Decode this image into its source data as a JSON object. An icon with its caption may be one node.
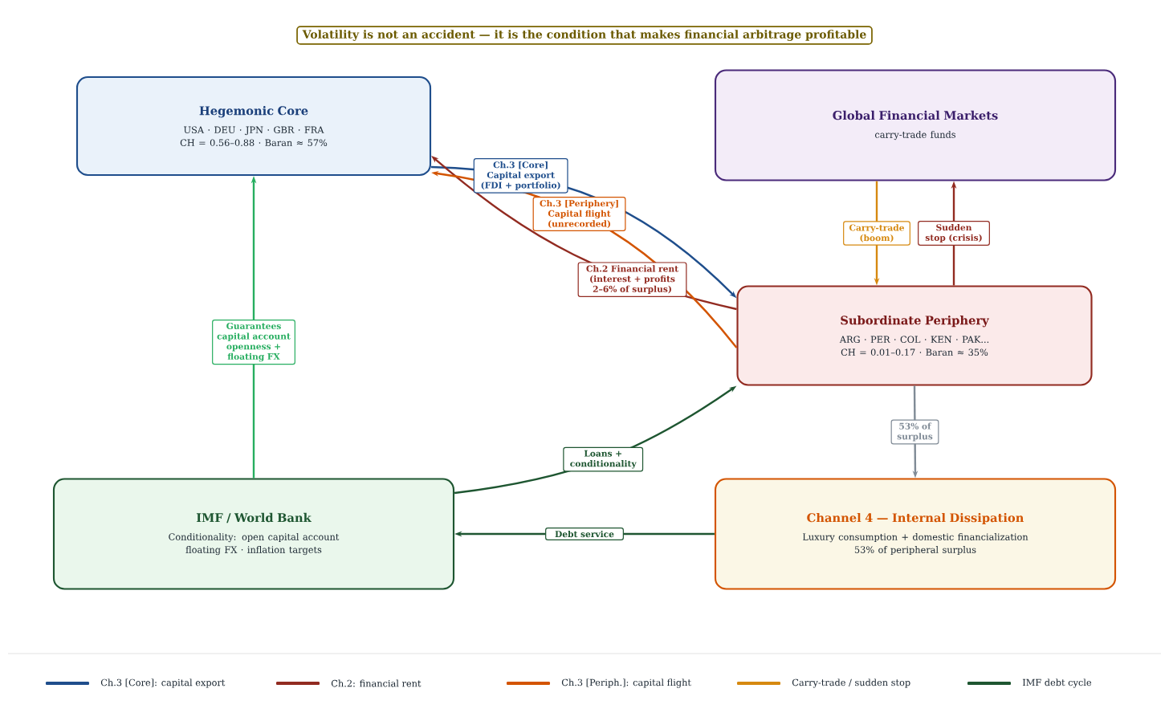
{
  "diagram": {
    "title": "Volatility is not an accident — it is the condition that makes financial arbitrage profitable",
    "nodes": [
      {
        "text": [
          "Hegemonic Core",
          "USA · DEU · JPN · GBR · FRA",
          "CH = 0.56–0.88  ·  Baran ≈ 57%"
        ]
      },
      {
        "text": [
          "Global Financial Markets",
          "carry-trade funds"
        ]
      },
      {
        "text": [
          "Subordinate Periphery",
          "ARG · PER · COL · KEN · PAK...",
          "CH = 0.01–0.17  ·  Baran ≈ 35%"
        ]
      },
      {
        "text": [
          "IMF  /  World Bank",
          "Conditionality: open capital account floating FX  ·  inflation targets"
        ]
      },
      {
        "text": [
          "Channel 4 — Internal Dissipation",
          "Luxury consumption + domestic financialization",
          "53% of peripheral surplus"
        ]
      }
    ],
    "edges": [
      {
        "from": 0,
        "to": 2,
        "arrow": "to",
        "label": "Ch.3 [Core] Capital export (FDI + portfolio)",
        "color": "#1f4e8c"
      },
      {
        "from": 2,
        "to": 0,
        "arrow": "to",
        "label": "Ch.2  Financial rent (interest + profits 2–6% of surplus)",
        "color": "#922b21"
      },
      {
        "from": 2,
        "to": 0,
        "arrow": "to",
        "label": "Ch.3 [Periphery] Capital flight (unrecorded)",
        "color": "#d35400"
      },
      {
        "from": 1,
        "to": 2,
        "arrow": "to",
        "label": "Carry-trade (boom)",
        "color": "#d68910"
      },
      {
        "from": 2,
        "to": 1,
        "arrow": "to",
        "label": "Sudden stop (crisis)",
        "color": "#922b21"
      },
      {
        "from": 2,
        "to": 4,
        "arrow": "to",
        "label": "53% of surplus",
        "color": "#808b96"
      },
      {
        "from": 3,
        "to": 2,
        "arrow": "to",
        "label": "Loans + conditionality",
        "color": "#1e5631"
      },
      {
        "from": 4,
        "to": 3,
        "arrow": "to",
        "label": "Debt service",
        "color": "#1e5631"
      },
      {
        "from": 3,
        "to": 0,
        "arrow": "to",
        "label": "Guarantees capital account openness + floating FX",
        "color": "#27ae60"
      }
    ],
    "legend": [
      {
        "text": "Ch.3 [Core]: capital export",
        "color": "#1f4e8c"
      },
      {
        "text": "Ch.2: financial rent",
        "color": "#922b21"
      },
      {
        "text": "Ch.3 [Periph.]: capital flight",
        "color": "#d35400"
      },
      {
        "text": "Carry-trade / sudden stop",
        "color": "#d68910"
      },
      {
        "text": "IMF debt cycle",
        "color": "#1e5631"
      }
    ]
  }
}
